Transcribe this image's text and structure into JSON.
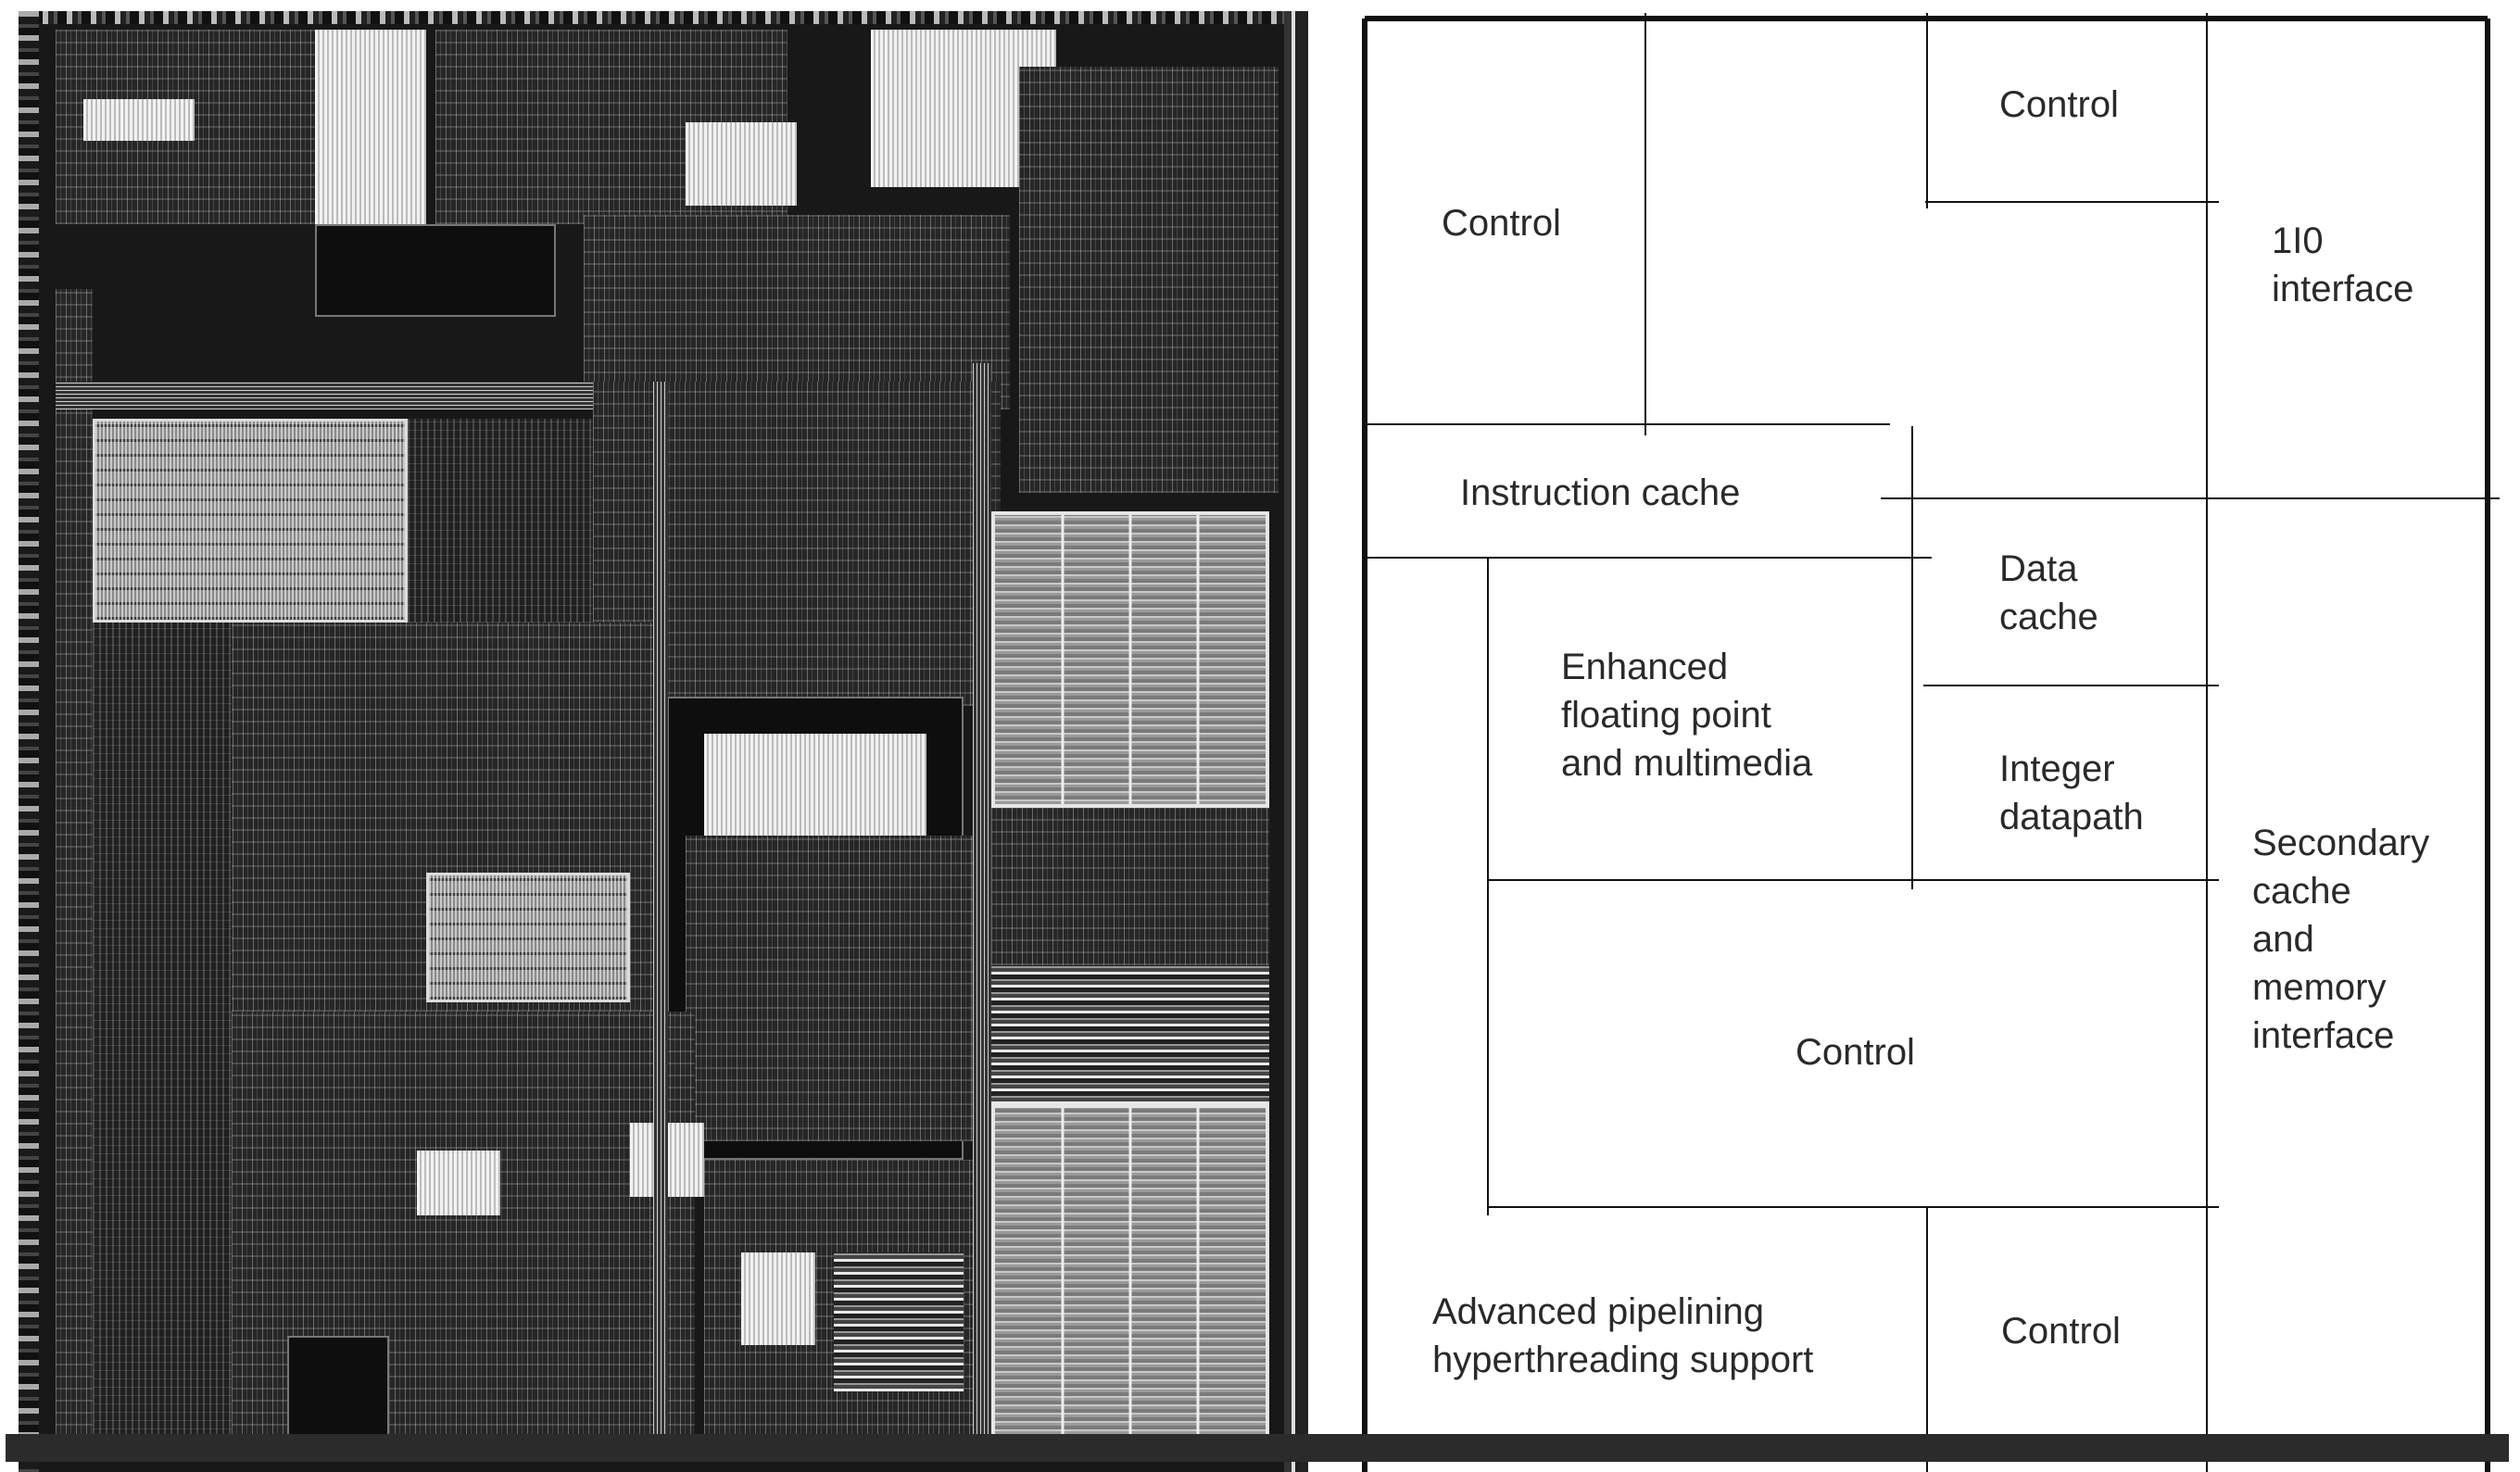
{
  "photo": {
    "alt_icon": "die-micrograph"
  },
  "floorplan": {
    "blocks": {
      "control_top_left": "Control",
      "control_top_mid": "Control",
      "io_interface": [
        "1I0",
        "interface"
      ],
      "instruction_cache": "Instruction cache",
      "data_cache": [
        "Data",
        "cache"
      ],
      "fp_multimedia": [
        "Enhanced",
        "floating point",
        "and multimedia"
      ],
      "integer_datapath": [
        "Integer",
        "datapath"
      ],
      "secondary_cache": [
        "Secondary",
        "cache",
        "and",
        "memory",
        "interface"
      ],
      "control_center": "Control",
      "pipelining": [
        "Advanced pipelining",
        "hyperthreading support"
      ],
      "control_bottom": "Control"
    }
  },
  "colors": {
    "line": "#111111",
    "bar": "#2b2b2b"
  }
}
